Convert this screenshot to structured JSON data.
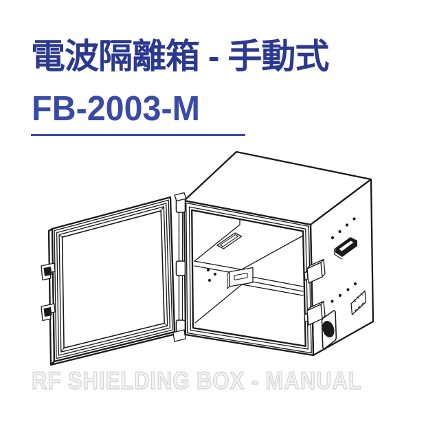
{
  "header": {
    "title": "電波隔離箱 - 手動式",
    "model": "FB-2003-M"
  },
  "footer": {
    "watermark": "RF SHIELDING BOX - MANUAL"
  },
  "illustration": {
    "name": "rf-shielding-box-open-door-line-drawing"
  },
  "colors": {
    "title": "#2B3990",
    "model": "#3A4BA5",
    "underline": "#3A4BA5",
    "ink": "#1A1A1A",
    "watermark": "#D4D4D4",
    "bg": "#FFFFFF"
  }
}
